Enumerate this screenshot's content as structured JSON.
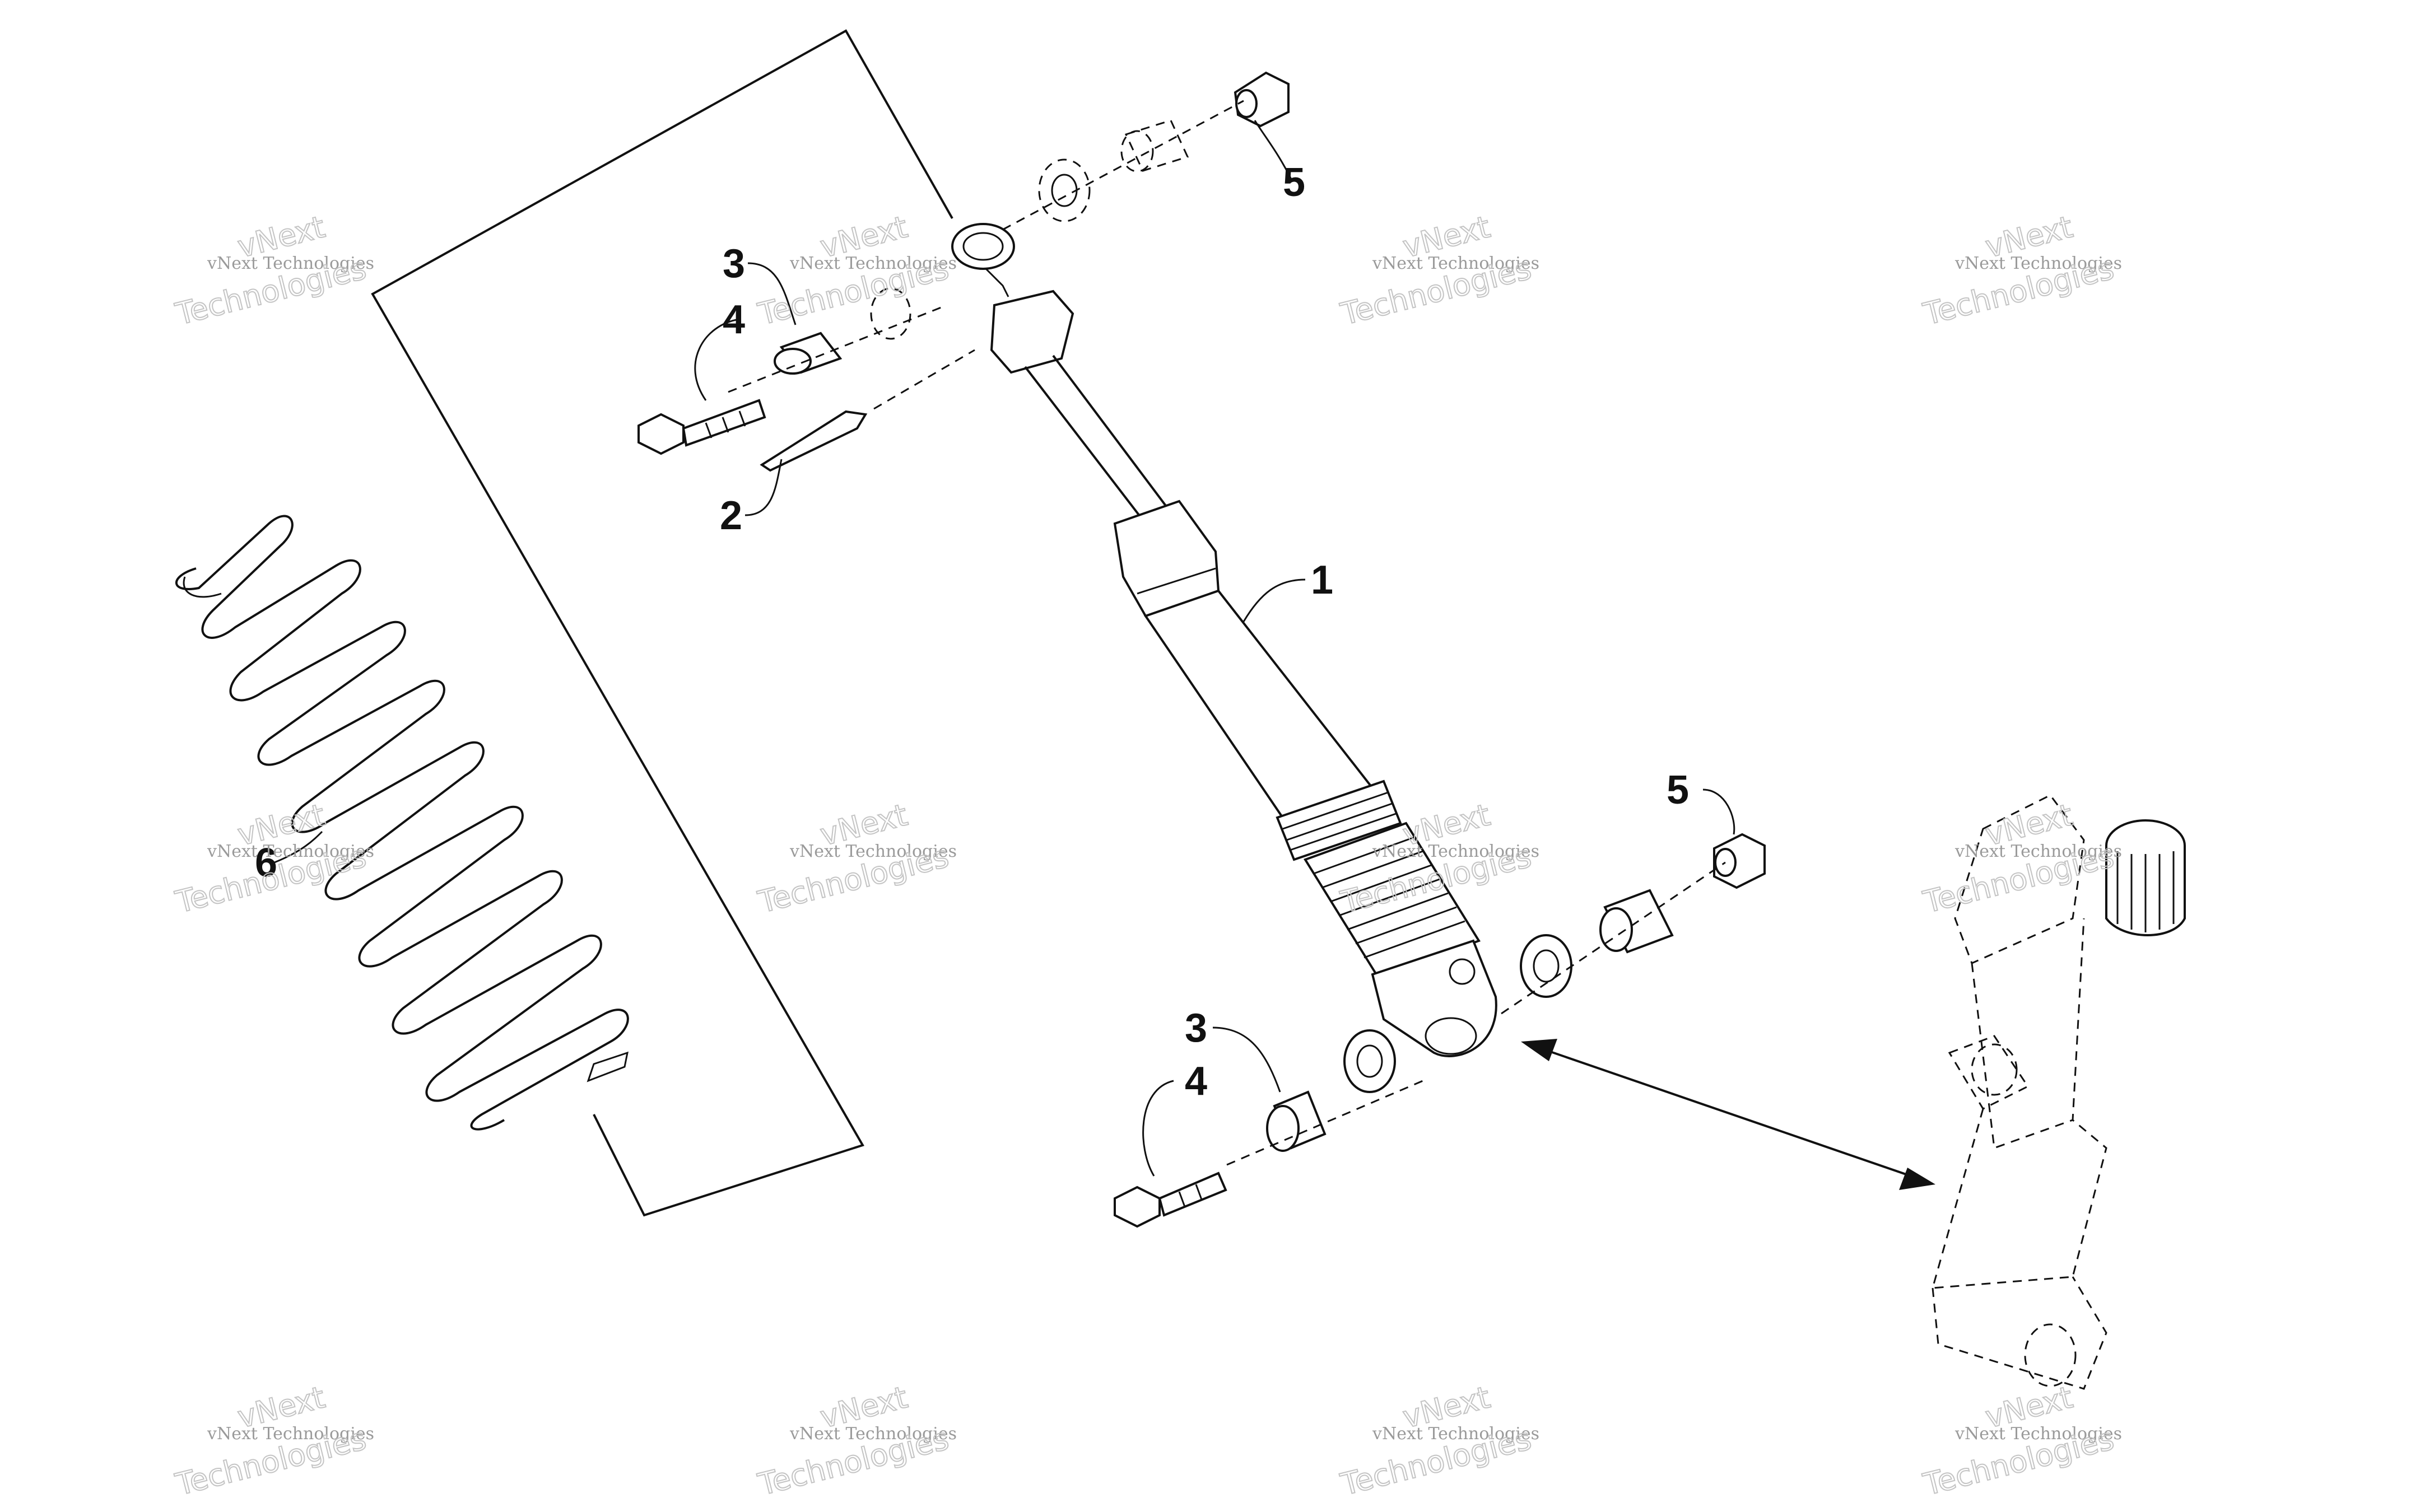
{
  "callouts": {
    "shock_absorber": "1",
    "pin": "2",
    "bushing_upper": "3",
    "bolt_upper": "4",
    "nut_upper": "5",
    "nut_lower": "5",
    "bushing_lower": "3",
    "bolt_lower": "4",
    "spring": "6"
  },
  "watermark": {
    "line1": "vNext Technologies",
    "line2": "vNext",
    "line3": "Technologies"
  },
  "colors": {
    "ink": "#111111",
    "watermark": "#9a9a9a",
    "background": "#ffffff"
  }
}
